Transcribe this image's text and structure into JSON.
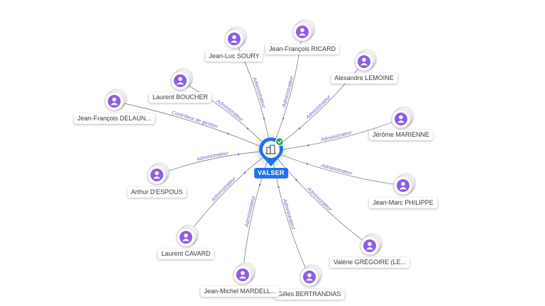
{
  "company": {
    "name": "VALSER",
    "icon": "building-icon",
    "status_icon": "check-badge-icon",
    "colors": {
      "pin": "#1e73e8",
      "check": "#2e9e52",
      "label_bg": "#1e73e8"
    }
  },
  "people": [
    {
      "name": "Jean-Luc SOURY",
      "role": "Administrateur"
    },
    {
      "name": "Jean-François RICARD",
      "role": "Administrateur"
    },
    {
      "name": "Alexandre LEMOINE",
      "role": "Administrateur"
    },
    {
      "name": "Jérôme MARIENNE",
      "role": "Administrateur"
    },
    {
      "name": "Jean-Marc PHILIPPE",
      "role": "Administrateur"
    },
    {
      "name": "Valérie GRÉGOIRE (LE...",
      "role": "Administrateur"
    },
    {
      "name": "Gilles BERTRANDIAS",
      "role": "Administrateur"
    },
    {
      "name": "Jean-Michel MARDELL...",
      "role": "Administrateur"
    },
    {
      "name": "Laurent CAVARD",
      "role": "Administrateur"
    },
    {
      "name": "Arthur D'ESPOUS",
      "role": "Administrateur"
    },
    {
      "name": "Jean-François DELAUN...",
      "role": "Contrôleur de gestion"
    },
    {
      "name": "Laurent BOUCHER",
      "role": "Administrateur"
    }
  ],
  "style": {
    "person_color": "#8e5ce6",
    "edge_color": "#8a8a98",
    "edge_label_color": "#6a5fb8"
  }
}
